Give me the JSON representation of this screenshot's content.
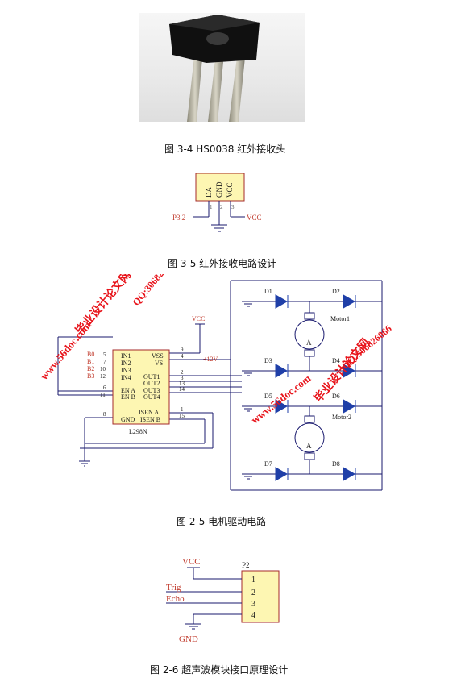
{
  "figures": {
    "fig3_4": {
      "caption": "图 3-4  HS0038 红外接收头"
    },
    "fig3_5": {
      "caption": "图 3-5 红外接收电路设计",
      "pins": [
        "DA",
        "GND",
        "VCC"
      ],
      "pin_numbers": [
        "1",
        "2",
        "3"
      ],
      "labels": {
        "p32": "P3.2",
        "vcc": "VCC"
      }
    },
    "fig2_5": {
      "caption": "图 2-5  电机驱动电路",
      "chip": "L298N",
      "left_pins": [
        {
          "name": "IN1",
          "num": "5",
          "net": "B0"
        },
        {
          "name": "IN2",
          "num": "7",
          "net": "B1"
        },
        {
          "name": "IN3",
          "num": "10",
          "net": "B2"
        },
        {
          "name": "IN4",
          "num": "12",
          "net": "B3"
        },
        {
          "name": "EN A",
          "num": "6"
        },
        {
          "name": "EN B",
          "num": "11"
        },
        {
          "name": "GND",
          "num": "8"
        }
      ],
      "right_pins": [
        {
          "name": "VSS",
          "num": "9"
        },
        {
          "name": "VS",
          "num": "4"
        },
        {
          "name": "OUT1",
          "num": "2"
        },
        {
          "name": "OUT2",
          "num": "3"
        },
        {
          "name": "OUT3",
          "num": "13"
        },
        {
          "name": "OUT4",
          "num": "14"
        },
        {
          "name": "ISEN A",
          "num": "1"
        },
        {
          "name": "ISEN B",
          "num": "15"
        }
      ],
      "vcc": "VCC",
      "v12": "+12V",
      "diodes": [
        "D1",
        "D2",
        "D3",
        "D4",
        "D5",
        "D6",
        "D7",
        "D8"
      ],
      "motors": [
        "Motor1",
        "Motor2"
      ],
      "motor_glyph": "A"
    },
    "fig2_6": {
      "caption": "图 2-6  超声波模块接口原理设计",
      "connector": "P2",
      "pins": [
        "1",
        "2",
        "3",
        "4"
      ],
      "signals": {
        "vcc": "VCC",
        "trig": "Trig",
        "echo": "Echo",
        "gnd": "GND"
      }
    }
  },
  "watermarks": {
    "site": "www.56doc.com",
    "qq": "QQ:306826066",
    "brand": "毕业设计论文网"
  },
  "colors": {
    "line": "#1a1a6e",
    "text": "#1a1a1a",
    "label": "#c0392b",
    "chip": "#fdf6b2",
    "diode": "#1f3fa8",
    "watermark": "#e8141b"
  }
}
